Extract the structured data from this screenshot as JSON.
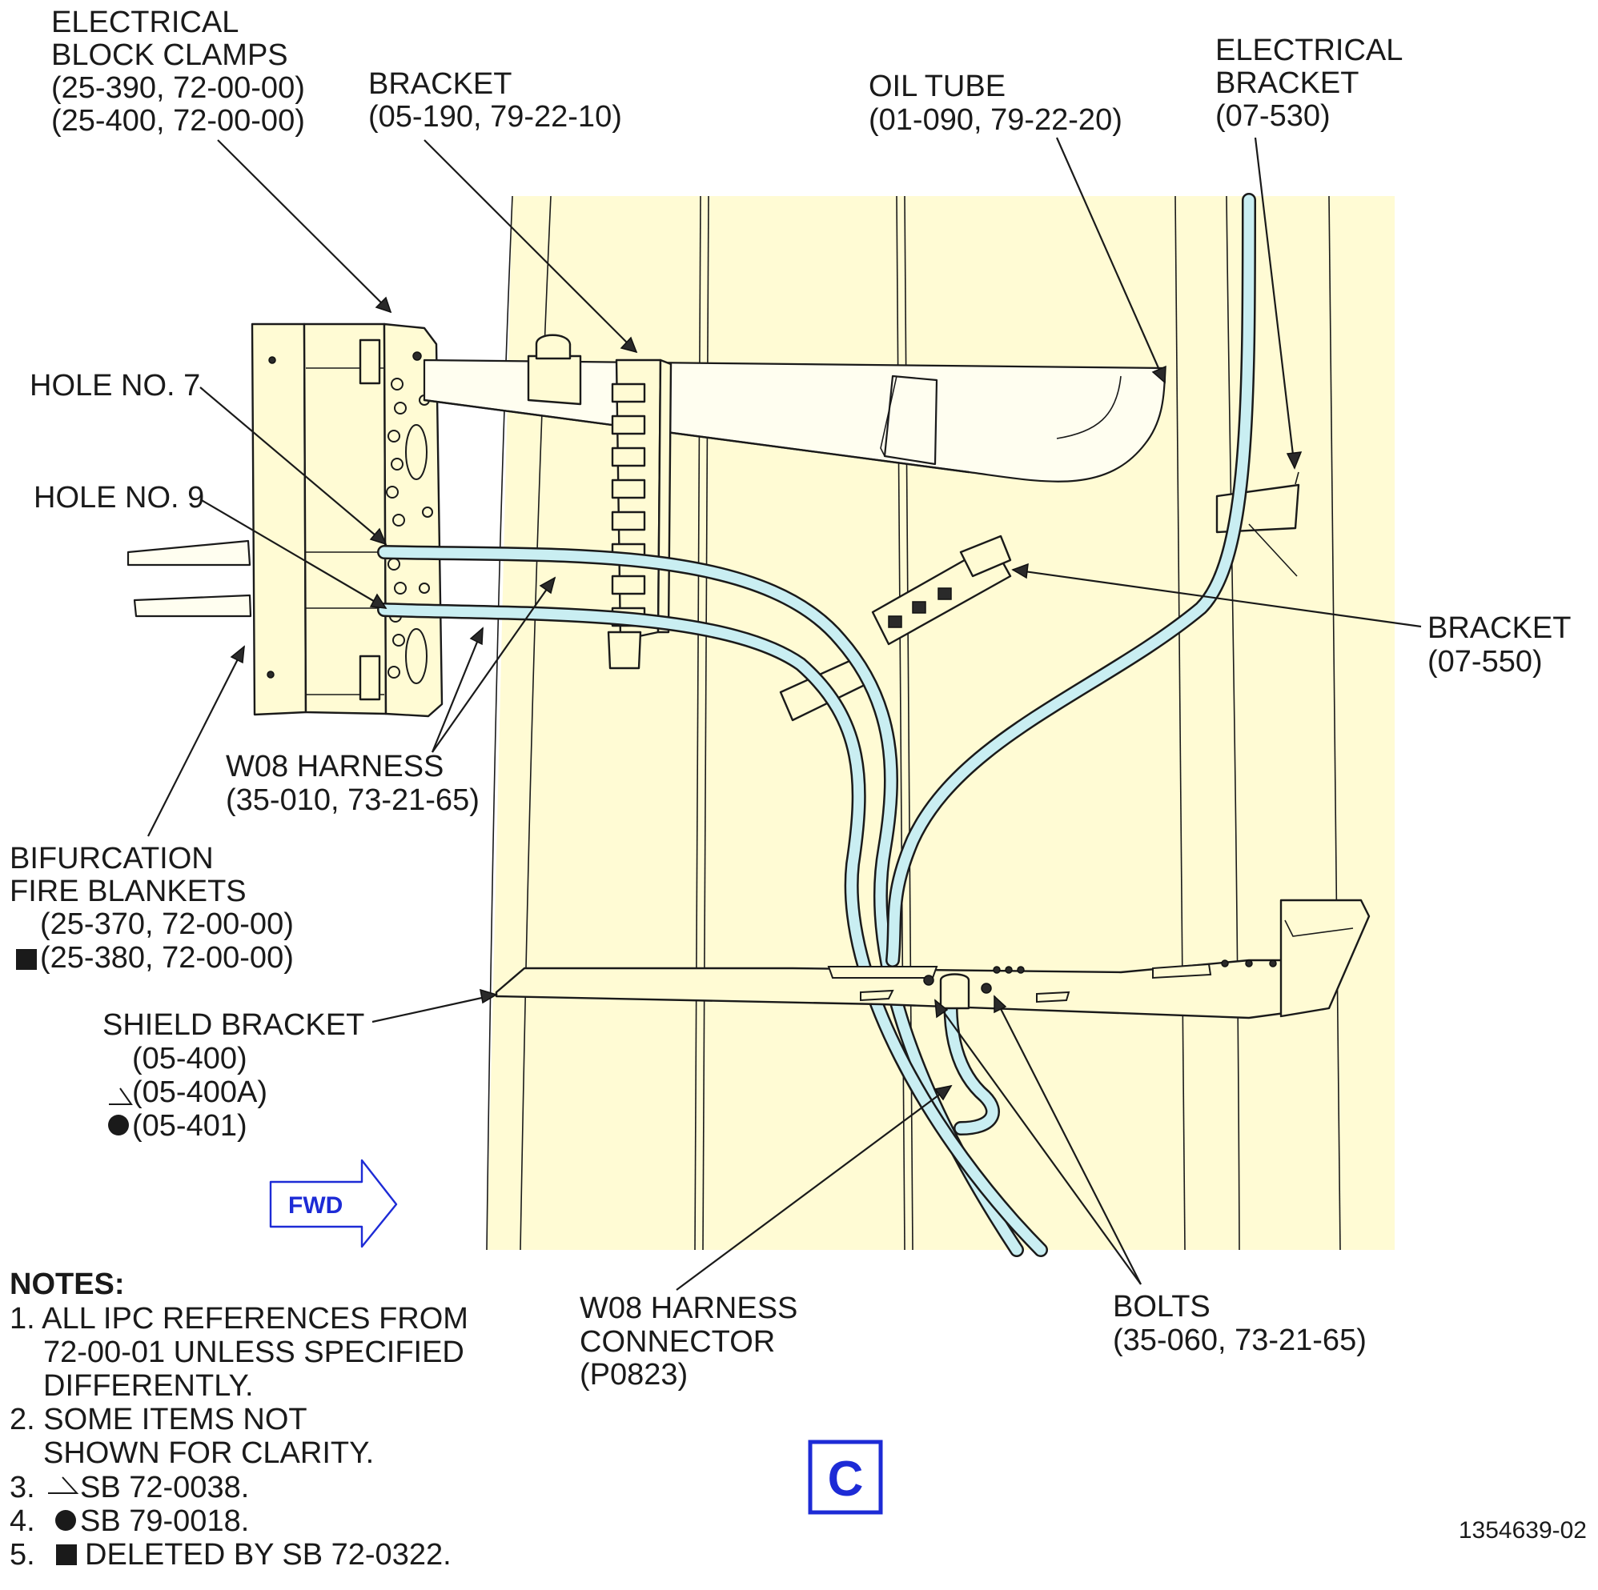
{
  "labels": {
    "electrical_block_clamps": [
      "ELECTRICAL",
      "BLOCK CLAMPS",
      "(25-390, 72-00-00)",
      "(25-400, 72-00-00)"
    ],
    "bracket_top": [
      "BRACKET",
      "(05-190, 79-22-10)"
    ],
    "oil_tube": [
      "OIL TUBE",
      "(01-090, 79-22-20)"
    ],
    "electrical_bracket": [
      "ELECTRICAL",
      "BRACKET",
      "(07-530)"
    ],
    "hole_no_7": "HOLE NO. 7",
    "hole_no_9": "HOLE NO. 9",
    "bracket_right": [
      "BRACKET",
      "(07-550)"
    ],
    "w08_harness": [
      "W08 HARNESS",
      "(35-010, 73-21-65)"
    ],
    "bifurcation_fire_blankets": [
      "BIFURCATION",
      "FIRE BLANKETS",
      "(25-370, 72-00-00)",
      "(25-380, 72-00-00)"
    ],
    "shield_bracket": [
      "SHIELD BRACKET",
      "(05-400)",
      "(05-400A)",
      "(05-401)"
    ],
    "w08_harness_connector": [
      "W08 HARNESS",
      "CONNECTOR",
      "(P0823)"
    ],
    "bolts": [
      "BOLTS",
      "(35-060, 73-21-65)"
    ]
  },
  "fwd_label": "FWD",
  "notes": {
    "title": "NOTES:",
    "items": [
      "1. ALL IPC REFERENCES FROM",
      "72-00-01 UNLESS SPECIFIED",
      "DIFFERENTLY.",
      "2. SOME ITEMS NOT",
      "SHOWN FOR CLARITY.",
      "3.",
      "SB 72-0038.",
      "4.",
      "SB 79-0018.",
      "5.",
      "DELETED BY SB 72-0322."
    ]
  },
  "view_letter": "C",
  "figure_number": "1354639-02",
  "colors": {
    "panel": "#fffbd4",
    "harness": "#c9eef2",
    "accent_blue": "#1d2bd6"
  },
  "symbols": {
    "sb_72_0038": "triangle-flag",
    "sb_79_0018": "filled-circle",
    "sb_72_0322": "filled-square"
  }
}
